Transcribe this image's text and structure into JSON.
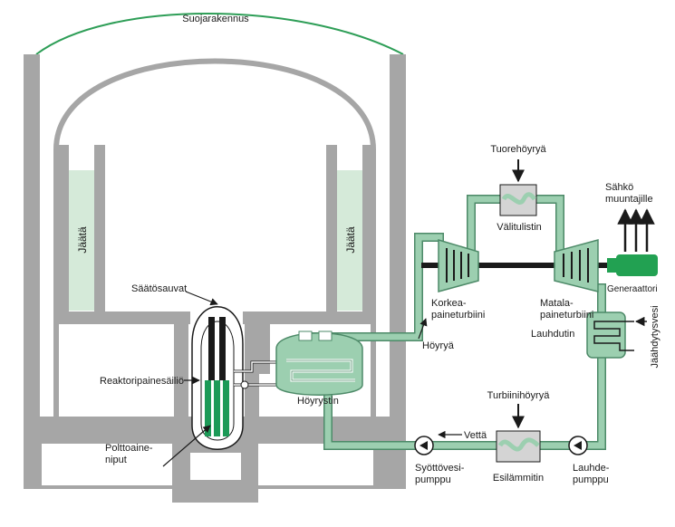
{
  "labels": {
    "containment": "Suojarakennus",
    "ice": "Jäätä",
    "control_rods": "Säätösauvat",
    "pressure_vessel": "Reaktoripainesäiliö",
    "fuel_bundles_1": "Polttoaine-",
    "fuel_bundles_2": "niput",
    "steam_generator": "Höyrystin",
    "steam": "Höyryä",
    "hp_turbine_1": "Korkea-",
    "hp_turbine_2": "paineturbiini",
    "live_steam": "Tuorehöyryä",
    "reheater": "Välitulistin",
    "lp_turbine_1": "Matala-",
    "lp_turbine_2": "paineturbiini",
    "electricity_1": "Sähkö",
    "electricity_2": "muuntajille",
    "generator": "Generaattori",
    "condenser": "Lauhdutin",
    "cooling_water": "Jäähdytysvesi",
    "turbine_steam": "Turbiinihöyryä",
    "water": "Vettä",
    "feed_pump_1": "Syöttövesi-",
    "feed_pump_2": "pumppu",
    "preheater": "Esilämmitin",
    "condensate_pump_1": "Lauhde-",
    "condensate_pump_2": "pumppu"
  },
  "colors": {
    "concrete": "#a6a6a6",
    "pipe_green": "#9ccfb0",
    "pipe_outline": "#4d8a68",
    "ice_green": "#d5ead9",
    "fuel_green": "#1c9a57",
    "generator_green": "#22a152",
    "dome_line": "#2e9e57",
    "shaft": "#1a1a1a"
  }
}
